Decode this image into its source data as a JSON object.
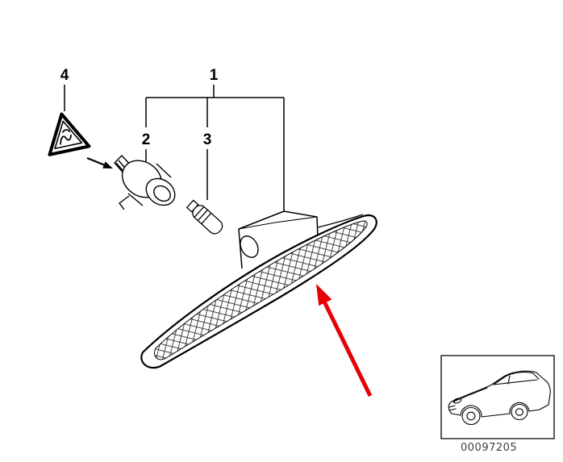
{
  "diagram": {
    "callouts": {
      "item1": "1",
      "item2": "2",
      "item3": "3",
      "item4": "4"
    },
    "part_code": "00097205",
    "colors": {
      "line": "#000000",
      "pointer_arrow": "#e60005",
      "background": "#ffffff"
    }
  }
}
